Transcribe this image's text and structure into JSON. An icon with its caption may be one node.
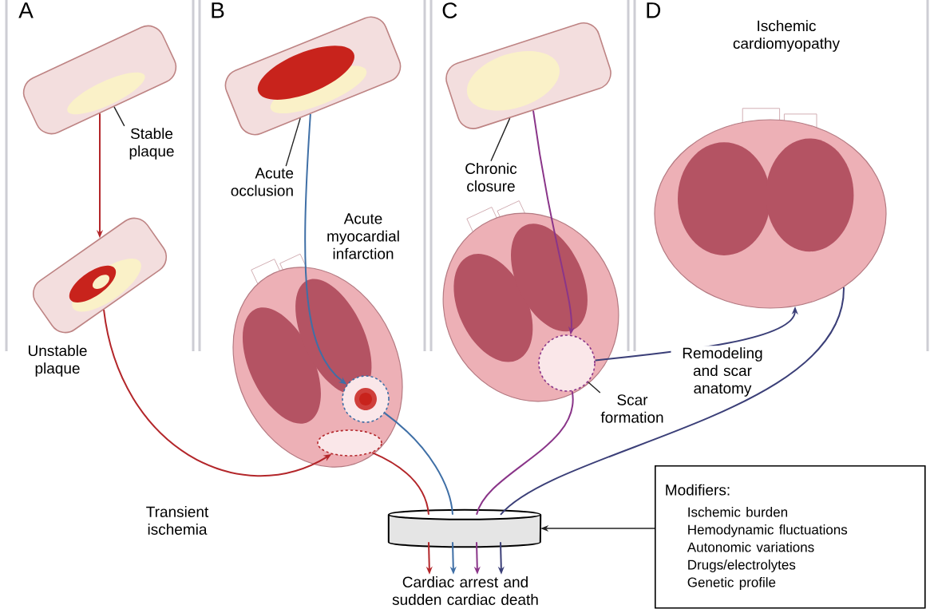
{
  "diagram": {
    "nodes": [
      {
        "text": [],
        "shape": "picture"
      },
      {
        "text": [],
        "shape": "picture",
        "beside": [
          "Unstable plaque"
        ]
      },
      {
        "text": [],
        "shape": "picture"
      },
      {
        "text": [],
        "shape": "picture"
      },
      {
        "text": [],
        "shape": "picture"
      },
      {
        "text": [],
        "shape": "circle",
        "in": 4
      },
      {
        "text": [],
        "shape": "ellipse",
        "in": 4
      },
      {
        "text": [],
        "shape": "picture"
      },
      {
        "text": [],
        "shape": "circle",
        "in": 7
      },
      {
        "text": [],
        "shape": "picture",
        "beside": [
          "Ischemic cardiomyopathy"
        ]
      },
      {
        "text": [],
        "shape": "cylinder"
      },
      {
        "text": [
          "Modifiers:",
          "Ischemic burden",
          "Hemodynamic fluctuations",
          "Autonomic variations",
          "Drugs/electrolytes",
          "Genetic profile"
        ]
      },
      {
        "text": [
          "Cardiac arrest and sudden cardiac death"
        ]
      },
      {
        "text": [
          "Stable plaque"
        ]
      },
      {
        "text": [
          "Acute occlusion"
        ]
      },
      {
        "text": [
          "Chronic closure"
        ]
      },
      {
        "text": [
          "Scar formation"
        ]
      }
    ],
    "edges": [
      {
        "from": 0,
        "to": 1,
        "arrow": "to",
        "color": "#b3262a"
      },
      {
        "from": 1,
        "to": 6,
        "arrow": "to",
        "color": "#b3262a",
        "label": "Transient ischemia"
      },
      {
        "from": 2,
        "to": 5,
        "arrow": "to",
        "color": "#3f6fa6",
        "label": "Acute myocardial infarction"
      },
      {
        "from": 3,
        "to": 8,
        "arrow": "to",
        "color": "#8a3589"
      },
      {
        "from": 8,
        "to": 9,
        "arrow": "to",
        "color": "#3b3f78",
        "label": "Remodeling and scar anatomy"
      },
      {
        "from": 6,
        "to": 10,
        "arrow": "none",
        "color": "#b3262a"
      },
      {
        "from": 5,
        "to": 10,
        "arrow": "none",
        "color": "#3f6fa6"
      },
      {
        "from": 8,
        "to": 10,
        "arrow": "none",
        "color": "#8a3589"
      },
      {
        "from": 9,
        "to": 10,
        "arrow": "none",
        "color": "#3b3f78"
      },
      {
        "from": 10,
        "to": 12,
        "arrow": "to",
        "color": "#b3262a"
      },
      {
        "from": 10,
        "to": 12,
        "arrow": "to",
        "color": "#3f6fa6"
      },
      {
        "from": 10,
        "to": 12,
        "arrow": "to",
        "color": "#8a3589"
      },
      {
        "from": 10,
        "to": 12,
        "arrow": "to",
        "color": "#3b3f78"
      },
      {
        "from": 11,
        "to": 10,
        "arrow": "to"
      },
      {
        "from": 13,
        "to": 0,
        "arrow": "none"
      },
      {
        "from": 14,
        "to": 2,
        "arrow": "none"
      },
      {
        "from": 15,
        "to": 3,
        "arrow": "none"
      },
      {
        "from": 16,
        "to": 8,
        "arrow": "none"
      }
    ],
    "labels": [
      "A",
      "B",
      "C",
      "D"
    ]
  }
}
